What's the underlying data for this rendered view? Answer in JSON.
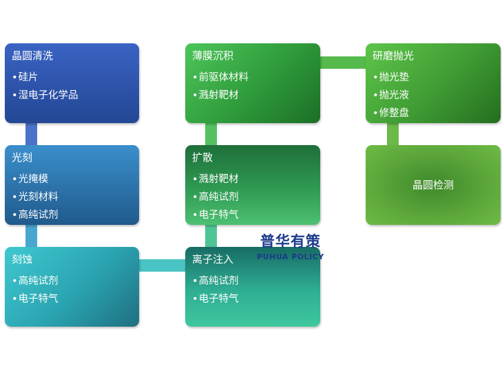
{
  "steps": {
    "wafer_cleaning": {
      "title": "晶圆清洗",
      "items": [
        "硅片",
        "湿电子化学品"
      ]
    },
    "lithography": {
      "title": "光刻",
      "items": [
        "光掩模",
        "光刻材料",
        "高纯试剂"
      ]
    },
    "etching": {
      "title": "刻蚀",
      "items": [
        "高纯试剂",
        "电子特气"
      ]
    },
    "thin_film_deposition": {
      "title": "薄膜沉积",
      "items": [
        "前驱体材料",
        "溅射靶材"
      ]
    },
    "diffusion": {
      "title": "扩散",
      "items": [
        "溅射靶材",
        "高纯试剂",
        "电子特气"
      ]
    },
    "ion_implantation": {
      "title": "离子注入",
      "items": [
        "高纯试剂",
        "电子特气"
      ]
    },
    "cmp": {
      "title": "研磨抛光",
      "items": [
        "抛光垫",
        "抛光液",
        "修整盘"
      ]
    },
    "wafer_inspection": {
      "title": "晶圆检测"
    }
  },
  "watermark": {
    "cn": "普华有策",
    "en": "PUHUA POLICY"
  }
}
